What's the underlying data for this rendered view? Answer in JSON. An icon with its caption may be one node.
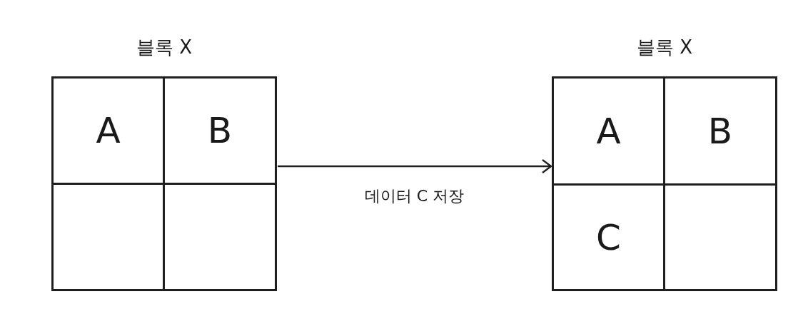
{
  "diagram": {
    "nodes": [
      {
        "text": [
          "블록 X"
        ]
      },
      {
        "text": [
          "A"
        ],
        "in": 0
      },
      {
        "text": [
          "B"
        ],
        "in": 0
      },
      {
        "text": [],
        "shape": "box",
        "in": 0
      },
      {
        "text": [],
        "shape": "box",
        "in": 0
      },
      {
        "text": [
          "블록 X"
        ]
      },
      {
        "text": [
          "A"
        ],
        "in": 5
      },
      {
        "text": [
          "B"
        ],
        "in": 5
      },
      {
        "text": [
          "C"
        ],
        "in": 5
      },
      {
        "text": [],
        "shape": "box",
        "in": 5
      }
    ],
    "edges": [
      {
        "from": 0,
        "to": 5,
        "arrow": "to",
        "label": "데이터 C 저장"
      }
    ]
  }
}
